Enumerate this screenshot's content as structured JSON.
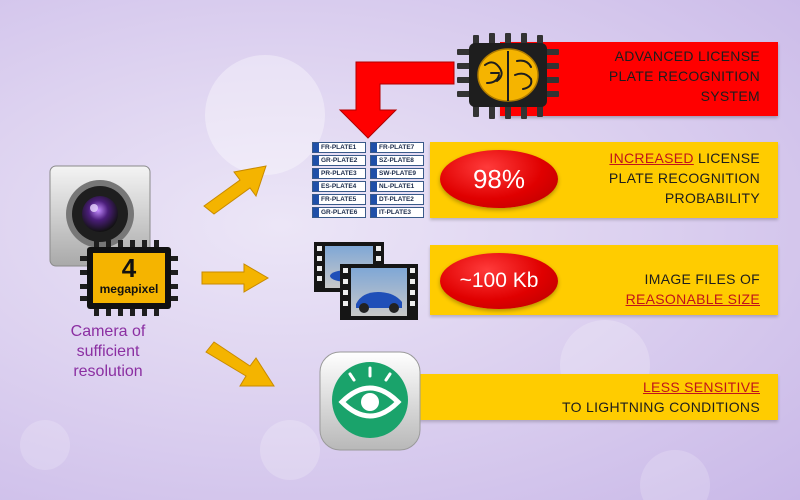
{
  "chip_label": {
    "number": "4",
    "unit": "megapixel"
  },
  "camera_caption": [
    "Camera of",
    "sufficient",
    "resolution"
  ],
  "banners": {
    "alpr": {
      "lines": [
        "ADVANCED LICENSE",
        "PLATE RECOGNITION",
        "SYSTEM"
      ]
    },
    "probability": {
      "highlight": "INCREASED",
      "line1_rest": " LICENSE",
      "lines": [
        "PLATE RECOGNITION",
        "PROBABILITY"
      ],
      "pill": "98%"
    },
    "filesize": {
      "line1": "IMAGE FILES OF",
      "highlight": "REASONABLE SIZE",
      "pill": "~100 Kb"
    },
    "lighting": {
      "highlight": "LESS SENSITIVE",
      "line2": "TO LIGHTNING CONDITIONS"
    }
  },
  "plates": [
    "FR-PLATE1",
    "FR-PLATE7",
    "GR-PLATE2",
    "SZ-PLATE8",
    "PR-PLATE3",
    "SW-PLATE9",
    "ES-PLATE4",
    "NL-PLATE1",
    "FR-PLATE5",
    "DT-PLATE2",
    "GR-PLATE6",
    "IT-PLATE3"
  ],
  "colors": {
    "banner_red": "#ff0000",
    "banner_yellow": "#ffcc00",
    "arrow_orange": "#f4b400",
    "caption_purple": "#8b2fa2",
    "highlight_red": "#c0141a",
    "eye_green": "#1aa36b"
  },
  "icons": [
    "camera-icon",
    "megapixel-chip-icon",
    "brain-chip-icon",
    "film-strip-icon",
    "eye-icon",
    "arrow-icon"
  ]
}
